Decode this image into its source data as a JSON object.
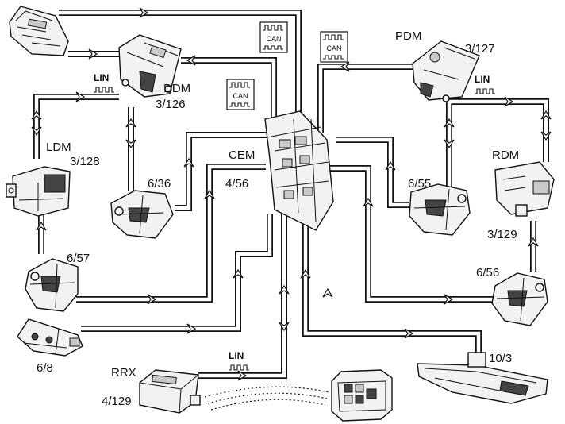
{
  "modules": {
    "ddm": {
      "name": "DDM",
      "ref": "3/126"
    },
    "pdm": {
      "name": "PDM",
      "ref": "3/127"
    },
    "ldm": {
      "name": "LDM",
      "ref": "3/128"
    },
    "rdm": {
      "name": "RDM",
      "ref": "3/129"
    },
    "cem": {
      "name": "CEM",
      "ref": "4/56"
    },
    "rrx": {
      "name": "RRX",
      "ref": "4/129"
    }
  },
  "components": {
    "lock_fl": "6/36",
    "lock_fr": "6/55",
    "lock_rl": "6/57",
    "lock_rr": "6/56",
    "switch": "6/8",
    "handle": "10/3"
  },
  "buses": {
    "can": "CAN",
    "lin": "LIN"
  }
}
